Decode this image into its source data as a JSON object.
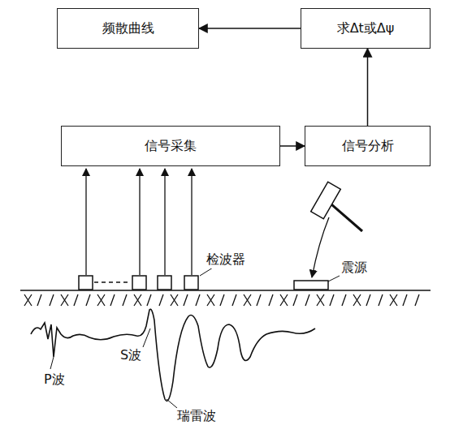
{
  "diagram": {
    "nodes": [
      {
        "text": [
          "频散曲线"
        ]
      },
      {
        "text": [
          "求Δt或Δψ"
        ]
      },
      {
        "text": [
          "信号采集"
        ]
      },
      {
        "text": [
          "信号分析"
        ]
      }
    ],
    "edges": [
      {
        "from": 1,
        "to": 0,
        "arrow": "to"
      },
      {
        "from": 3,
        "to": 1,
        "arrow": "to"
      },
      {
        "from": 2,
        "to": 3,
        "arrow": "to"
      }
    ],
    "labels": [
      "检波器",
      "震源",
      "P波",
      "S波",
      "瑞雷波"
    ]
  }
}
